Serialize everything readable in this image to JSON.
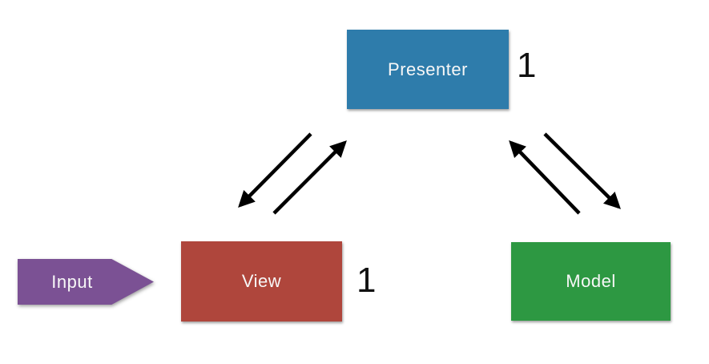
{
  "diagram": {
    "background": "#ffffff",
    "arrow_color": "#000000",
    "nodes": {
      "presenter": {
        "label": "Presenter",
        "fill": "#2e7cab",
        "text_color": "#f7f7f7",
        "multiplicity": "1"
      },
      "view": {
        "label": "View",
        "fill": "#af463c",
        "text_color": "#f7f7f7",
        "multiplicity": "1"
      },
      "model": {
        "label": "Model",
        "fill": "#2d9842",
        "text_color": "#f7f7f7"
      },
      "input": {
        "label": "Input",
        "fill": "#7b5194",
        "text_color": "#f7f7f7"
      }
    },
    "edges": [
      {
        "from": "presenter",
        "to": "view"
      },
      {
        "from": "view",
        "to": "presenter"
      },
      {
        "from": "model",
        "to": "presenter"
      },
      {
        "from": "presenter",
        "to": "model"
      }
    ]
  }
}
